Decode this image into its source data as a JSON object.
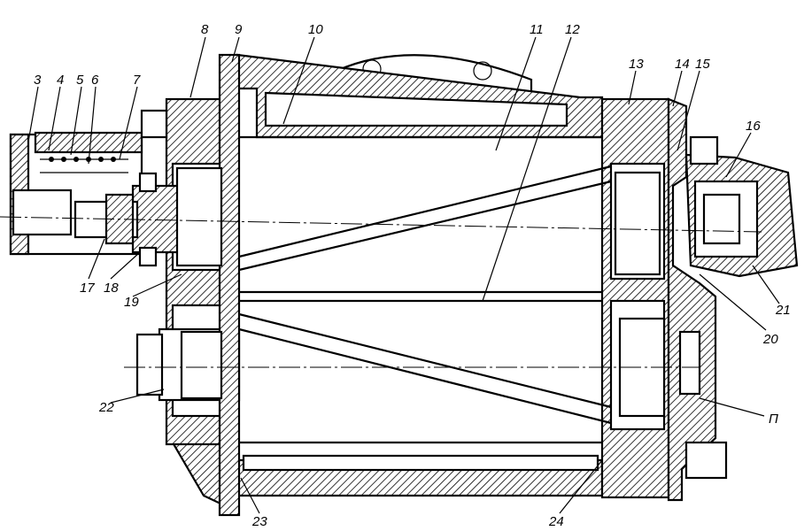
{
  "title": "Sectional drawing of gear assembly",
  "callouts": [
    "3",
    "4",
    "5",
    "6",
    "7",
    "8",
    "9",
    "10",
    "11",
    "12",
    "13",
    "14",
    "15",
    "16",
    "17",
    "18",
    "19",
    "20",
    "21",
    "22",
    "23",
    "24",
    "П"
  ],
  "colors": {
    "ink": "#000000",
    "background": "#ffffff"
  }
}
